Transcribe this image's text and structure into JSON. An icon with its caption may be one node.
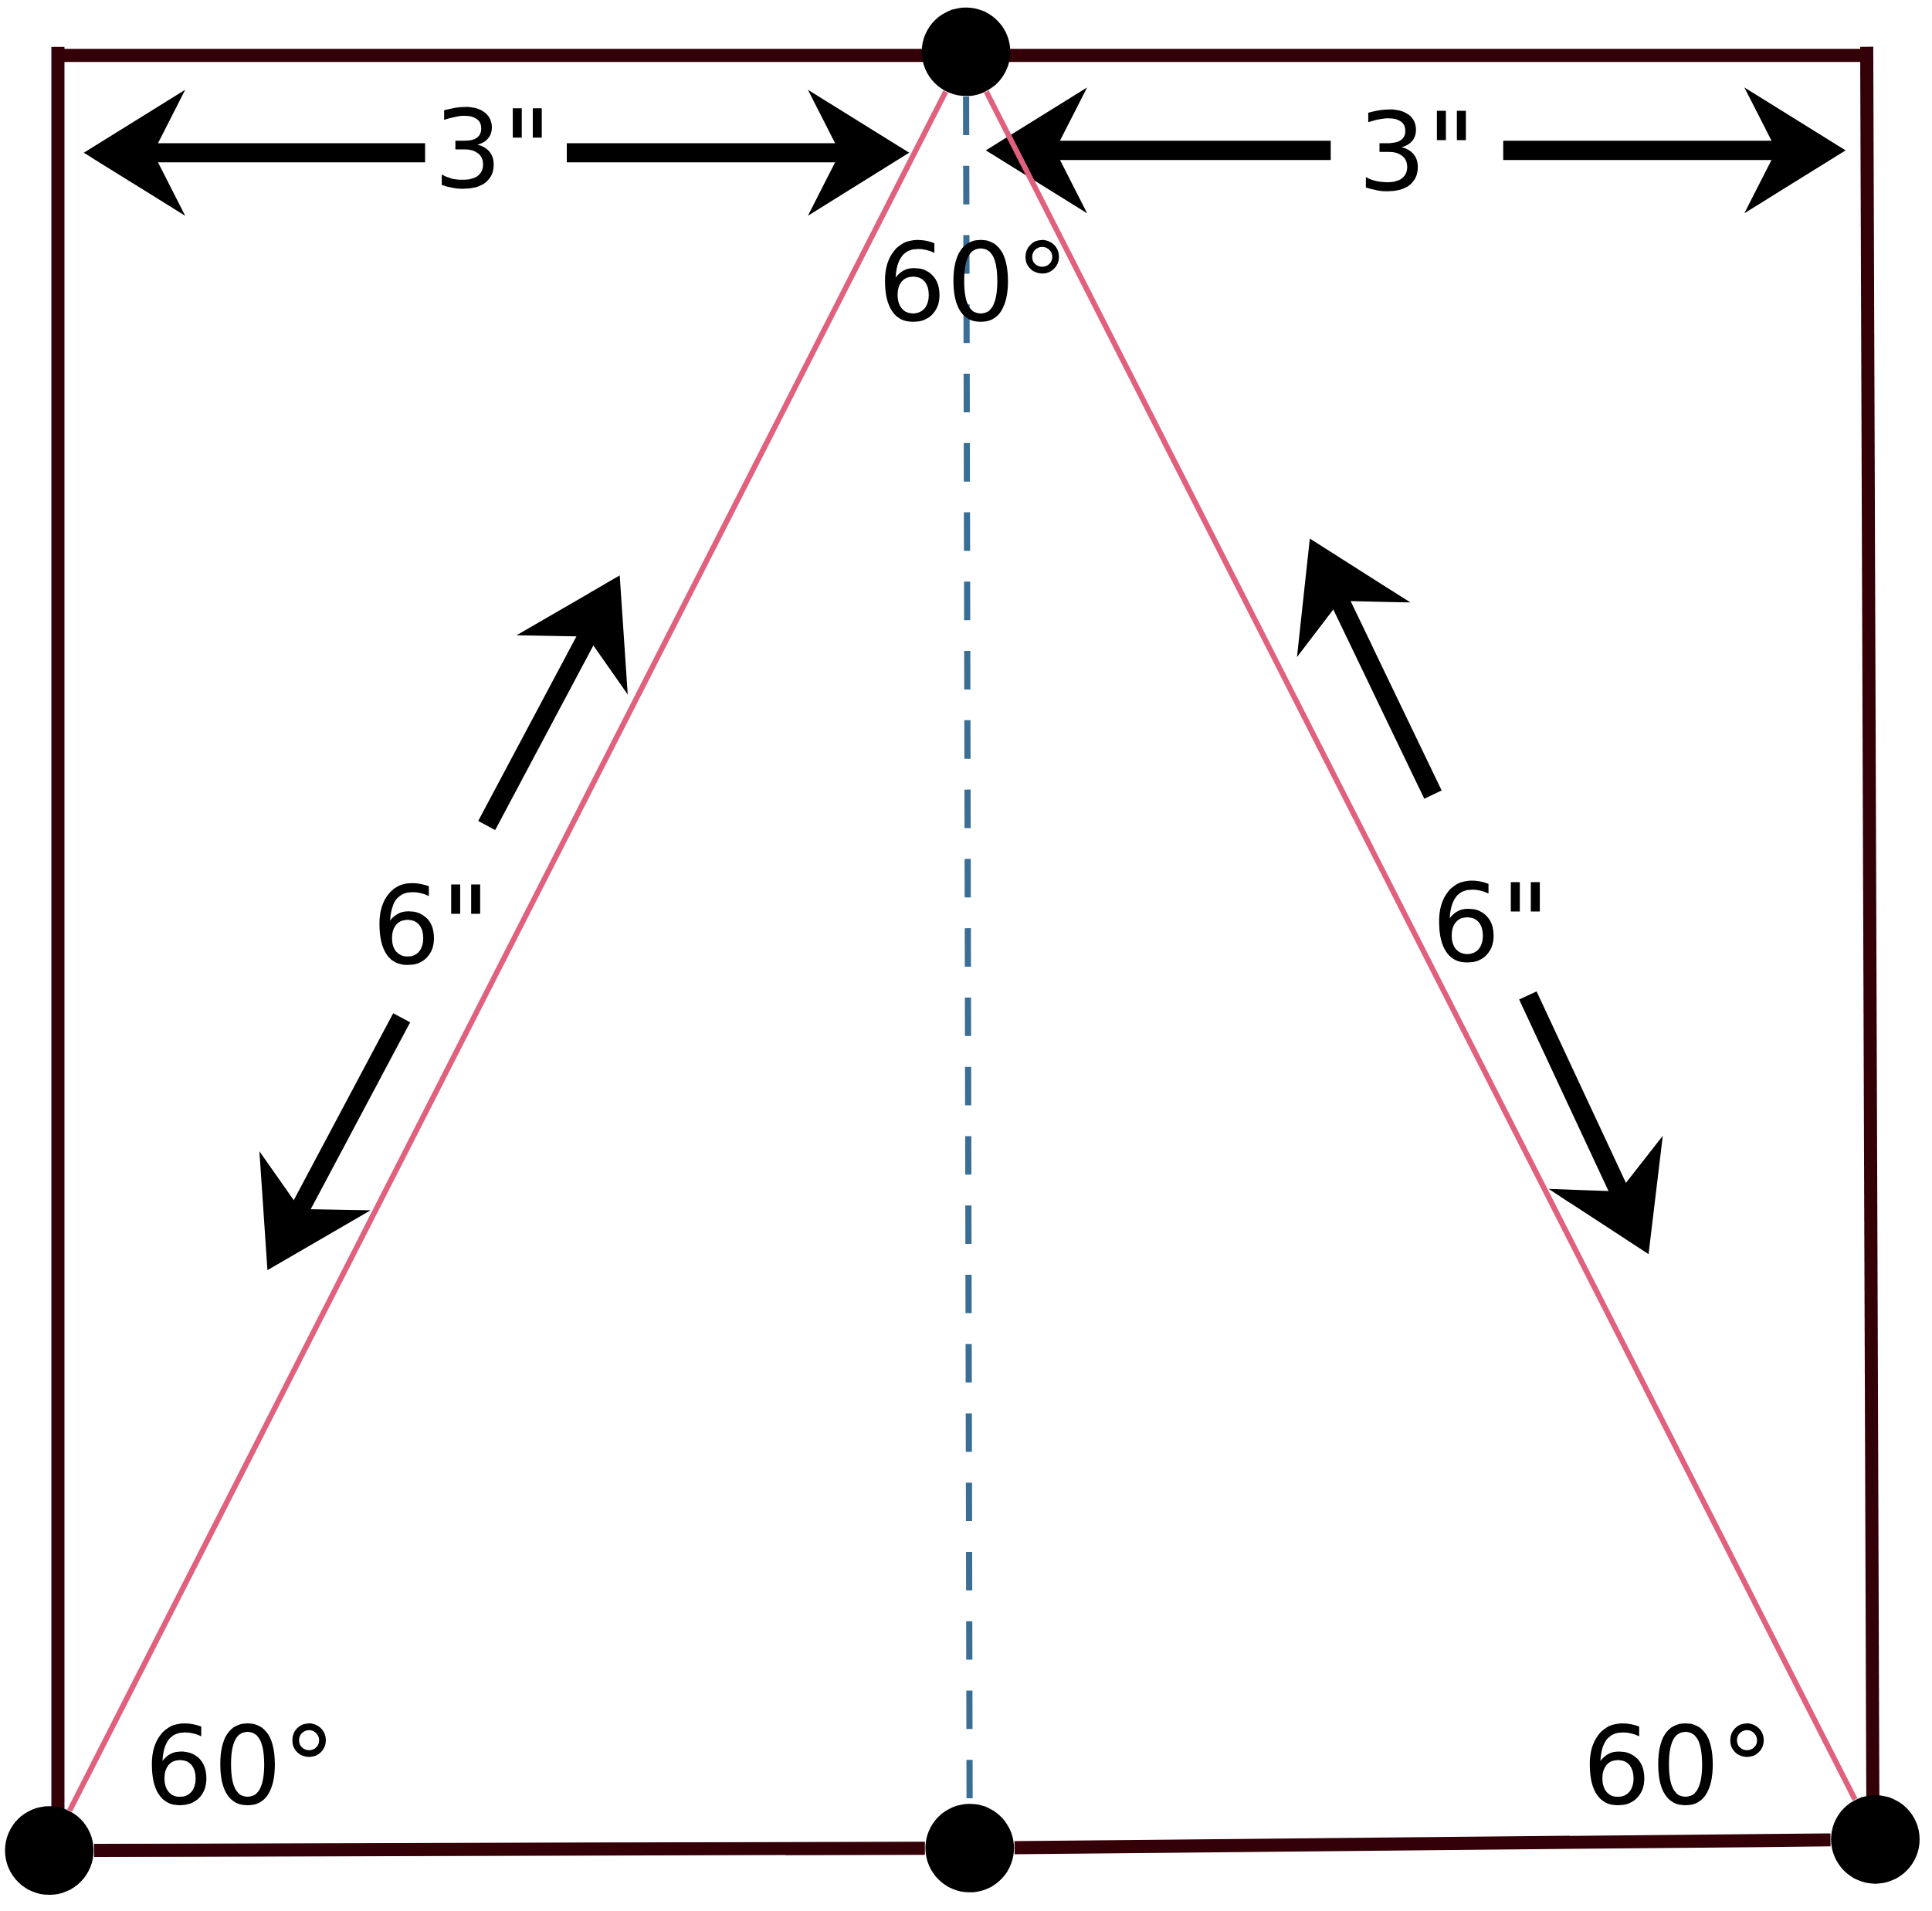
{
  "diagram": {
    "nodes": [
      {
        "text": [],
        "shape": "circle"
      },
      {
        "text": [],
        "shape": "circle"
      },
      {
        "text": [],
        "shape": "circle"
      },
      {
        "text": [],
        "shape": "circle"
      }
    ],
    "edges": [
      {
        "from": 0,
        "to": 1,
        "arrow": "none",
        "color": "#e0607e"
      },
      {
        "from": 0,
        "to": 3,
        "arrow": "none",
        "color": "#e0607e"
      },
      {
        "from": 0,
        "to": 2,
        "arrow": "none",
        "style": "dashed",
        "color": "#3a6e94"
      },
      {
        "from": 1,
        "to": 2,
        "arrow": "none",
        "style": "thick",
        "color": "#330008"
      },
      {
        "from": 2,
        "to": 3,
        "arrow": "none",
        "style": "thick",
        "color": "#330008"
      }
    ],
    "labels": [
      "3\"",
      "3\"",
      "60°",
      "6\"",
      "6\"",
      "60°",
      "60°"
    ]
  }
}
